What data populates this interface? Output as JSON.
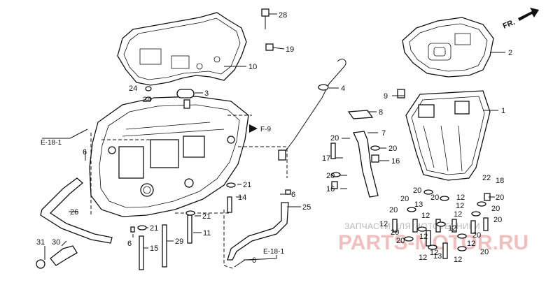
{
  "orientation": {
    "forward_label": "FR."
  },
  "callouts": {
    "p1": "1",
    "p2": "2",
    "p3": "3",
    "p4": "4",
    "p6a": "6",
    "p6b": "6",
    "p6c": "6",
    "p7": "7",
    "p8": "8",
    "p9": "9",
    "p10": "10",
    "p11": "11",
    "p12": "12",
    "p13": "13",
    "p14": "14",
    "p15": "15",
    "p16": "16",
    "p17": "17",
    "p18": "18",
    "p19": "19",
    "p20": "20",
    "p21": "21",
    "p22": "22",
    "p24": "24",
    "p25": "25",
    "p26": "26",
    "p28": "28",
    "p29": "29",
    "p30": "30",
    "p31": "31"
  },
  "references": {
    "e18_1": "E-18-1",
    "f9": "F-9"
  },
  "watermark": {
    "line1": "ЗАПЧАСТИ ДЛЯ МОТОТЕХНИКИ",
    "line2": "PARTS-MOTOR.RU"
  },
  "colors": {
    "ink": "#111111",
    "watermark_red": "#e58b8b",
    "watermark_gray": "#b8b8b8"
  }
}
